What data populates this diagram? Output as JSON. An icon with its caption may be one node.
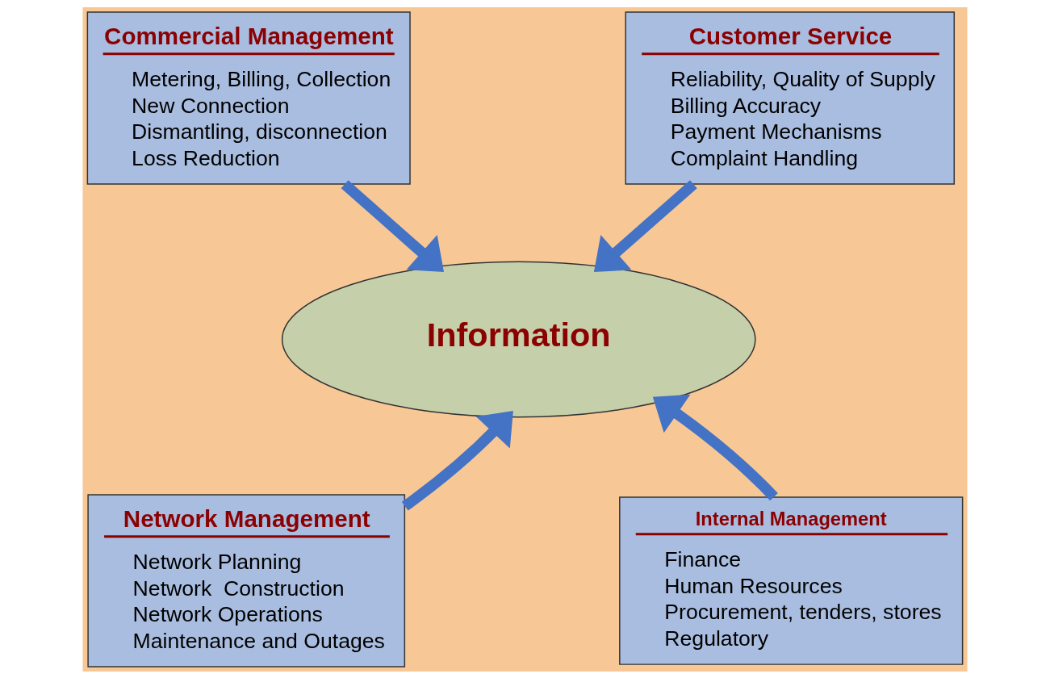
{
  "diagram": {
    "nodes": [
      {
        "text": [
          "Commercial Management",
          "Metering, Billing, Collection",
          "New Connection",
          "Dismantling, disconnection",
          "Loss Reduction"
        ]
      },
      {
        "text": [
          "Customer Service",
          "Reliability, Quality of Supply",
          "Billing Accuracy",
          "Payment Mechanisms",
          "Complaint Handling"
        ]
      },
      {
        "text": [
          "Information"
        ]
      },
      {
        "text": [
          "Network Management",
          "Network Planning",
          "Network  Construction",
          "Network Operations",
          "Maintenance and Outages"
        ]
      },
      {
        "text": [
          "Internal Management",
          "Finance",
          "Human Resources",
          "Procurement, tenders, stores",
          "Regulatory"
        ]
      }
    ],
    "edges": [
      {
        "from": 0,
        "to": 2,
        "arrow": "to"
      },
      {
        "from": 1,
        "to": 2,
        "arrow": "to"
      },
      {
        "from": 3,
        "to": 2,
        "arrow": "to"
      },
      {
        "from": 4,
        "to": 2,
        "arrow": "to"
      }
    ]
  }
}
